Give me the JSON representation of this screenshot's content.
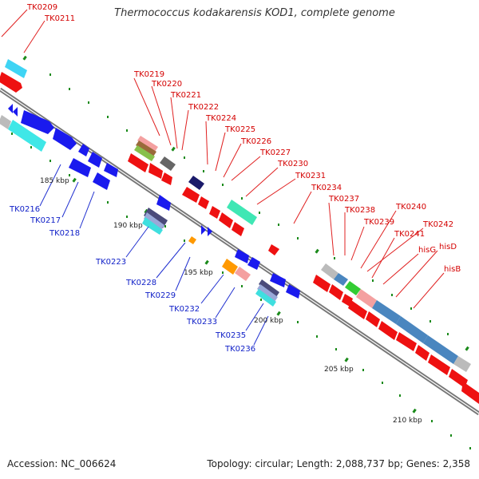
{
  "title": "Thermococcus kodakarensis KOD1, complete genome",
  "footer": {
    "accession": "Accession: NC_006624",
    "summary": "Topology: circular; Length: 2,088,737 bp; Genes: 2,358"
  },
  "colors": {
    "forward_gene": "#ff0000",
    "reverse_gene": "#0000ff",
    "forward_label": "#d40000",
    "reverse_label": "#1020c8",
    "backbone": "#888888",
    "tick": "#1a8a1a",
    "cds_teal": "#3fdfcc",
    "cds_steelblue": "#4a86bf"
  },
  "labels": {
    "forward": [
      "TK0209",
      "TK0211",
      "TK0219",
      "TK0220",
      "TK0221",
      "TK0222",
      "TK0224",
      "TK0225",
      "TK0226",
      "TK0227",
      "TK0230",
      "TK0231",
      "TK0234",
      "TK0237",
      "TK0238",
      "TK0239",
      "TK0240",
      "TK0241",
      "TK0242",
      "hisG",
      "hisD",
      "hisB"
    ],
    "reverse": [
      "TK0216",
      "TK0217",
      "TK0218",
      "TK0223",
      "TK0228",
      "TK0229",
      "TK0232",
      "TK0233",
      "TK0235",
      "TK0236"
    ]
  },
  "scale": [
    "185 kbp",
    "190 kbp",
    "195 kbp",
    "200 kbp",
    "205 kbp",
    "210 kbp"
  ]
}
